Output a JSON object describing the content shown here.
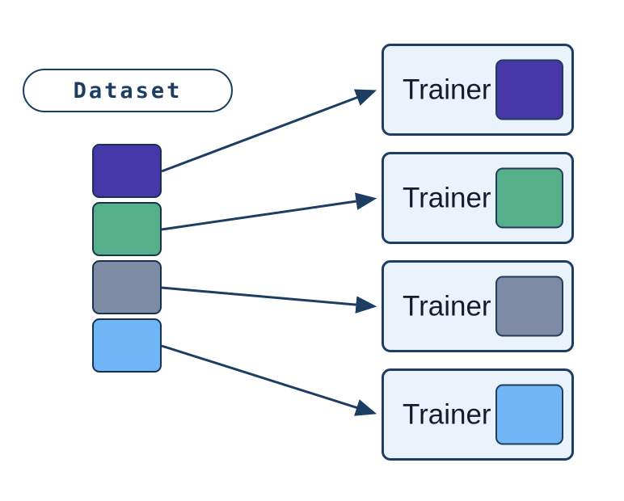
{
  "diagram": {
    "dataset": {
      "label": "Dataset"
    },
    "shards": [
      {
        "name": "shard-purple",
        "color": "#4638a8"
      },
      {
        "name": "shard-green",
        "color": "#55b08a"
      },
      {
        "name": "shard-gray",
        "color": "#7e8ba4"
      },
      {
        "name": "shard-blue",
        "color": "#70b5f5"
      }
    ],
    "trainers": [
      {
        "label": "Trainer",
        "shard_color": "#4638a8"
      },
      {
        "label": "Trainer",
        "shard_color": "#55b08a"
      },
      {
        "label": "Trainer",
        "shard_color": "#7e8ba4"
      },
      {
        "label": "Trainer",
        "shard_color": "#70b5f5"
      }
    ],
    "colors": {
      "outline_navy": "#1d3d63",
      "shard_border": "#16324f",
      "trainer_box_bg": "#eaf2fb",
      "trainer_text": "#141b2d",
      "background": "#ffffff"
    }
  }
}
